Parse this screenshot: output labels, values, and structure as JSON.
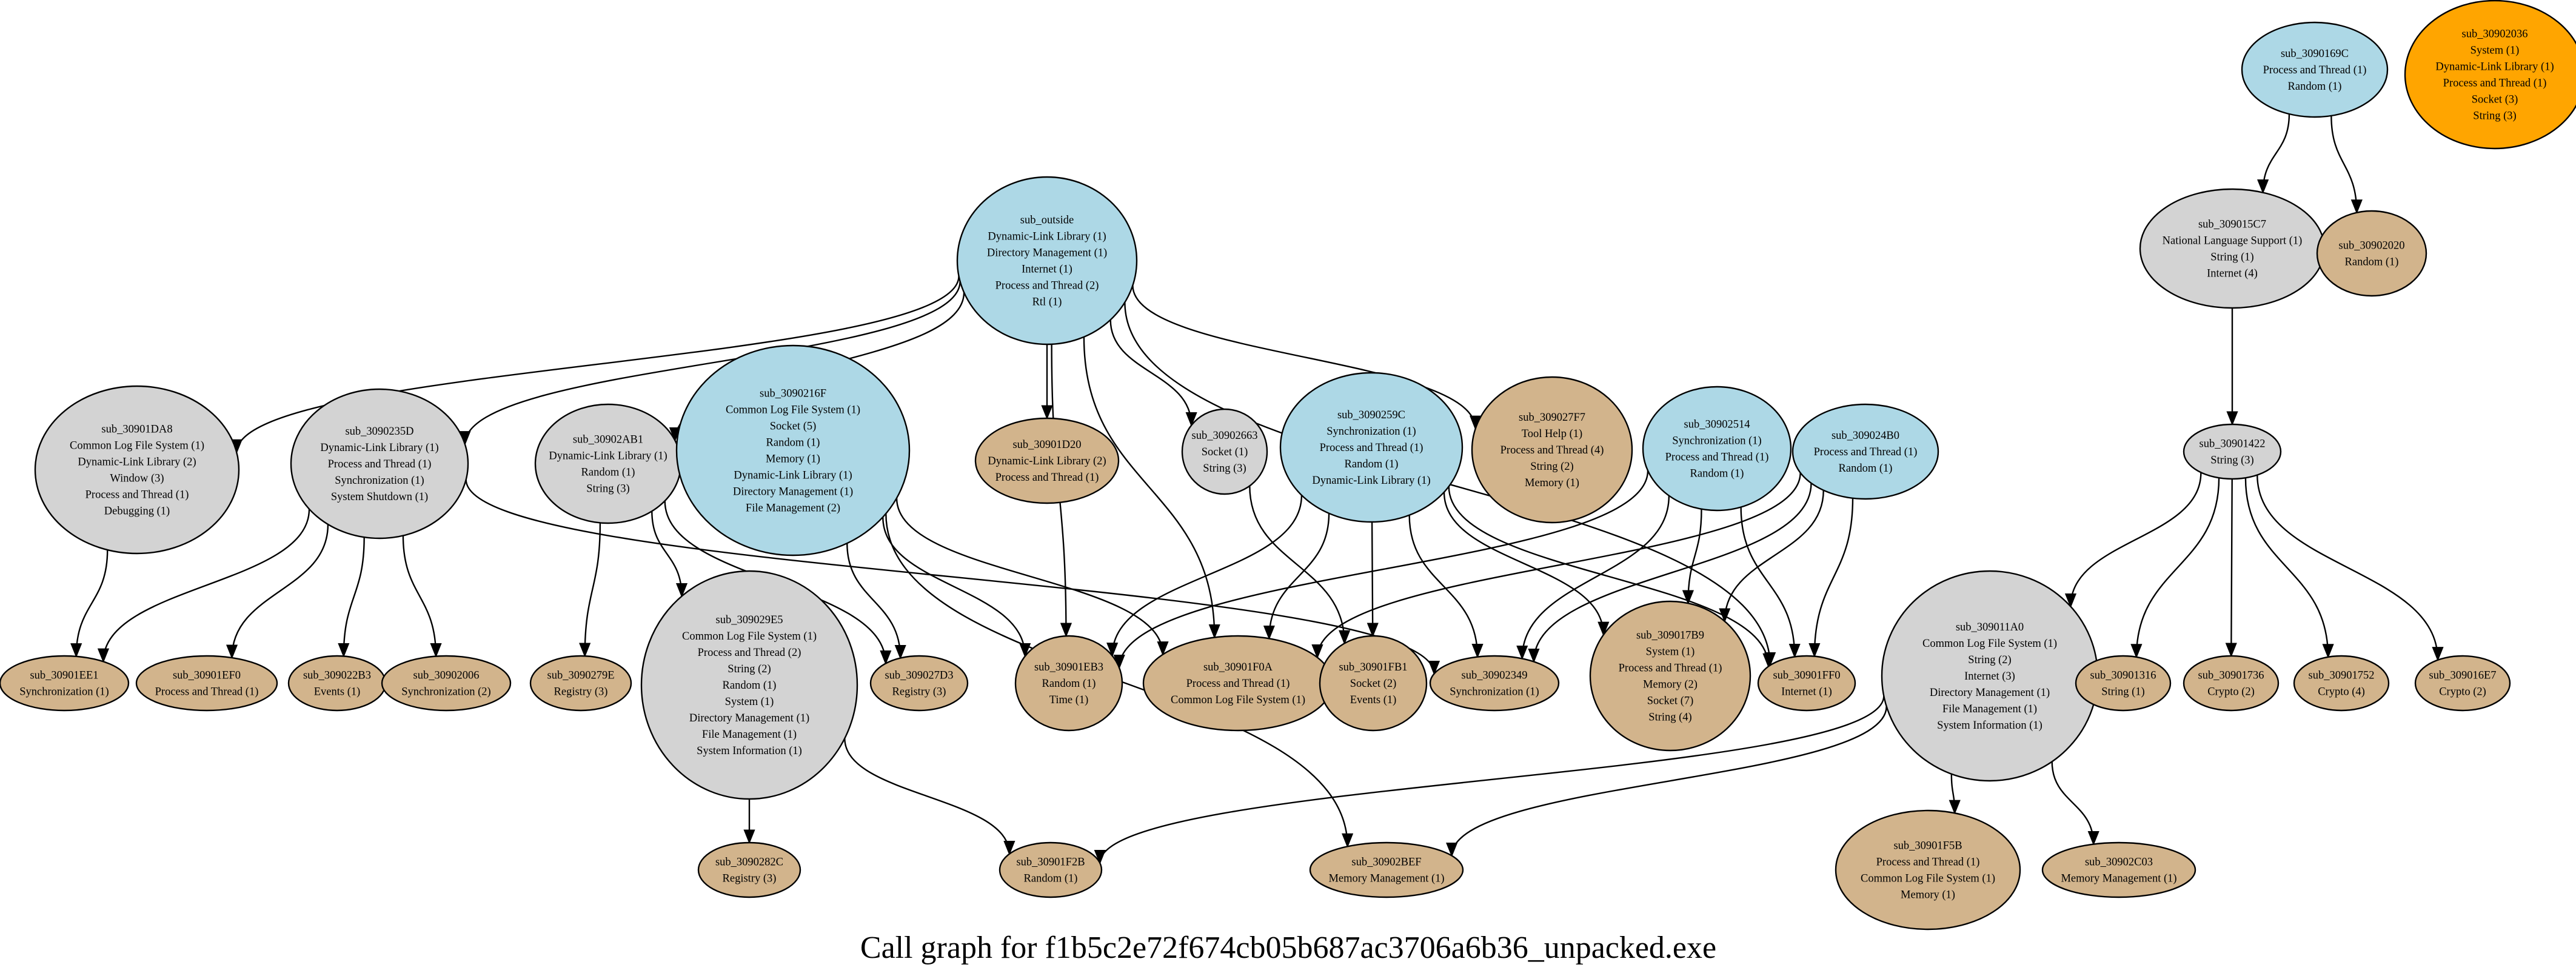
{
  "title": "Call graph for f1b5c2e72f674cb05b687ac3706a6b36_unpacked.exe",
  "colors": {
    "entry": "#add8e6",
    "internal": "#d3d3d3",
    "leaf": "#d2b48c",
    "root": "#ffa500",
    "stroke": "#000000"
  },
  "nodes": [
    {
      "id": "sub_outside",
      "kind": "entry",
      "lines": [
        "sub_outside",
        "Dynamic-Link Library (1)",
        "Directory Management (1)",
        "Internet (1)",
        "Process and Thread (2)",
        "Rtl (1)"
      ]
    },
    {
      "id": "sub_30901DA8",
      "kind": "internal",
      "lines": [
        "sub_30901DA8",
        "Common Log File System (1)",
        "Dynamic-Link Library (2)",
        "Window (3)",
        "Process and Thread (1)",
        "Debugging (1)"
      ]
    },
    {
      "id": "sub_3090235D",
      "kind": "internal",
      "lines": [
        "sub_3090235D",
        "Dynamic-Link Library (1)",
        "Process and Thread (1)",
        "Synchronization (1)",
        "System Shutdown (1)"
      ]
    },
    {
      "id": "sub_30902AB1",
      "kind": "internal",
      "lines": [
        "sub_30902AB1",
        "Dynamic-Link Library (1)",
        "Random (1)",
        "String (3)"
      ]
    },
    {
      "id": "sub_3090216F",
      "kind": "entry",
      "lines": [
        "sub_3090216F",
        "Common Log File System (1)",
        "Socket (5)",
        "Random (1)",
        "Memory (1)",
        "Dynamic-Link Library (1)",
        "Directory Management (1)",
        "File Management (2)"
      ]
    },
    {
      "id": "sub_30901D20",
      "kind": "leaf",
      "lines": [
        "sub_30901D20",
        "Dynamic-Link Library (2)",
        "Process and Thread (1)"
      ]
    },
    {
      "id": "sub_30902663",
      "kind": "internal",
      "lines": [
        "sub_30902663",
        "Socket (1)",
        "String (3)"
      ]
    },
    {
      "id": "sub_3090259C",
      "kind": "entry",
      "lines": [
        "sub_3090259C",
        "Synchronization (1)",
        "Process and Thread (1)",
        "Random (1)",
        "Dynamic-Link Library (1)"
      ]
    },
    {
      "id": "sub_309027F7",
      "kind": "leaf",
      "lines": [
        "sub_309027F7",
        "Tool Help (1)",
        "Process and Thread (4)",
        "String (2)",
        "Memory (1)"
      ]
    },
    {
      "id": "sub_30902514",
      "kind": "entry",
      "lines": [
        "sub_30902514",
        "Synchronization (1)",
        "Process and Thread (1)",
        "Random (1)"
      ]
    },
    {
      "id": "sub_309024B0",
      "kind": "entry",
      "lines": [
        "sub_309024B0",
        "Process and Thread (1)",
        "Random (1)"
      ]
    },
    {
      "id": "sub_3090169C",
      "kind": "entry",
      "lines": [
        "sub_3090169C",
        "Process and Thread (1)",
        "Random (1)"
      ]
    },
    {
      "id": "sub_30902036",
      "kind": "root",
      "lines": [
        "sub_30902036",
        "System (1)",
        "Dynamic-Link Library (1)",
        "Process and Thread (1)",
        "Socket (3)",
        "String (3)"
      ]
    },
    {
      "id": "sub_309015C7",
      "kind": "internal",
      "lines": [
        "sub_309015C7",
        "National Language Support (1)",
        "String (1)",
        "Internet (4)"
      ]
    },
    {
      "id": "sub_30902020",
      "kind": "leaf",
      "lines": [
        "sub_30902020",
        "Random (1)"
      ]
    },
    {
      "id": "sub_30901422",
      "kind": "internal",
      "lines": [
        "sub_30901422",
        "String (3)"
      ]
    },
    {
      "id": "sub_30901EE1",
      "kind": "leaf",
      "lines": [
        "sub_30901EE1",
        "Synchronization (1)"
      ]
    },
    {
      "id": "sub_30901EF0",
      "kind": "leaf",
      "lines": [
        "sub_30901EF0",
        "Process and Thread (1)"
      ]
    },
    {
      "id": "sub_309022B3",
      "kind": "leaf",
      "lines": [
        "sub_309022B3",
        "Events (1)"
      ]
    },
    {
      "id": "sub_30902006",
      "kind": "leaf",
      "lines": [
        "sub_30902006",
        "Synchronization (2)"
      ]
    },
    {
      "id": "sub_3090279E",
      "kind": "leaf",
      "lines": [
        "sub_3090279E",
        "Registry (3)"
      ]
    },
    {
      "id": "sub_309029E5",
      "kind": "internal",
      "lines": [
        "sub_309029E5",
        "Common Log File System (1)",
        "Process and Thread (2)",
        "String (2)",
        "Random (1)",
        "System (1)",
        "Directory Management (1)",
        "File Management (1)",
        "System Information (1)"
      ]
    },
    {
      "id": "sub_309027D3",
      "kind": "leaf",
      "lines": [
        "sub_309027D3",
        "Registry (3)"
      ]
    },
    {
      "id": "sub_30901EB3",
      "kind": "leaf",
      "lines": [
        "sub_30901EB3",
        "Random (1)",
        "Time (1)"
      ]
    },
    {
      "id": "sub_30901F0A",
      "kind": "leaf",
      "lines": [
        "sub_30901F0A",
        "Process and Thread (1)",
        "Common Log File System (1)"
      ]
    },
    {
      "id": "sub_30901FB1",
      "kind": "leaf",
      "lines": [
        "sub_30901FB1",
        "Socket (2)",
        "Events (1)"
      ]
    },
    {
      "id": "sub_30902349",
      "kind": "leaf",
      "lines": [
        "sub_30902349",
        "Synchronization (1)"
      ]
    },
    {
      "id": "sub_309017B9",
      "kind": "leaf",
      "lines": [
        "sub_309017B9",
        "System (1)",
        "Process and Thread (1)",
        "Memory (2)",
        "Socket (7)",
        "String (4)"
      ]
    },
    {
      "id": "sub_30901FF0",
      "kind": "leaf",
      "lines": [
        "sub_30901FF0",
        "Internet (1)"
      ]
    },
    {
      "id": "sub_309011A0",
      "kind": "internal",
      "lines": [
        "sub_309011A0",
        "Common Log File System (1)",
        "String (2)",
        "Internet (3)",
        "Directory Management (1)",
        "File Management (1)",
        "System Information (1)"
      ]
    },
    {
      "id": "sub_30901316",
      "kind": "leaf",
      "lines": [
        "sub_30901316",
        "String (1)"
      ]
    },
    {
      "id": "sub_30901736",
      "kind": "leaf",
      "lines": [
        "sub_30901736",
        "Crypto (2)"
      ]
    },
    {
      "id": "sub_30901752",
      "kind": "leaf",
      "lines": [
        "sub_30901752",
        "Crypto (4)"
      ]
    },
    {
      "id": "sub_309016E7",
      "kind": "leaf",
      "lines": [
        "sub_309016E7",
        "Crypto (2)"
      ]
    },
    {
      "id": "sub_3090282C",
      "kind": "leaf",
      "lines": [
        "sub_3090282C",
        "Registry (3)"
      ]
    },
    {
      "id": "sub_30901F2B",
      "kind": "leaf",
      "lines": [
        "sub_30901F2B",
        "Random (1)"
      ]
    },
    {
      "id": "sub_30902BEF",
      "kind": "leaf",
      "lines": [
        "sub_30902BEF",
        "Memory Management (1)"
      ]
    },
    {
      "id": "sub_30901F5B",
      "kind": "leaf",
      "lines": [
        "sub_30901F5B",
        "Process and Thread (1)",
        "Common Log File System (1)",
        "Memory (1)"
      ]
    },
    {
      "id": "sub_30902C03",
      "kind": "leaf",
      "lines": [
        "sub_30902C03",
        "Memory Management (1)"
      ]
    }
  ],
  "edges": [
    [
      "sub_outside",
      "sub_30901DA8"
    ],
    [
      "sub_outside",
      "sub_3090235D"
    ],
    [
      "sub_outside",
      "sub_30902AB1"
    ],
    [
      "sub_outside",
      "sub_30901D20"
    ],
    [
      "sub_outside",
      "sub_30902663"
    ],
    [
      "sub_outside",
      "sub_309027F7"
    ],
    [
      "sub_outside",
      "sub_30901EB3"
    ],
    [
      "sub_outside",
      "sub_30901F0A"
    ],
    [
      "sub_outside",
      "sub_30901FF0"
    ],
    [
      "sub_30901DA8",
      "sub_30901EE1"
    ],
    [
      "sub_3090235D",
      "sub_30901EE1"
    ],
    [
      "sub_3090235D",
      "sub_30901EF0"
    ],
    [
      "sub_3090235D",
      "sub_309022B3"
    ],
    [
      "sub_3090235D",
      "sub_30902006"
    ],
    [
      "sub_3090235D",
      "sub_30902349"
    ],
    [
      "sub_30902AB1",
      "sub_3090279E"
    ],
    [
      "sub_30902AB1",
      "sub_309029E5"
    ],
    [
      "sub_30902AB1",
      "sub_309027D3"
    ],
    [
      "sub_3090216F",
      "sub_309027D3"
    ],
    [
      "sub_3090216F",
      "sub_30901EB3"
    ],
    [
      "sub_3090216F",
      "sub_30901F0A"
    ],
    [
      "sub_3090216F",
      "sub_30902BEF"
    ],
    [
      "sub_30902663",
      "sub_30901FB1"
    ],
    [
      "sub_3090259C",
      "sub_30901EB3"
    ],
    [
      "sub_3090259C",
      "sub_30901F0A"
    ],
    [
      "sub_3090259C",
      "sub_30901FB1"
    ],
    [
      "sub_3090259C",
      "sub_30902349"
    ],
    [
      "sub_3090259C",
      "sub_309017B9"
    ],
    [
      "sub_3090259C",
      "sub_30901FF0"
    ],
    [
      "sub_30902514",
      "sub_30901EB3"
    ],
    [
      "sub_30902514",
      "sub_30902349"
    ],
    [
      "sub_30902514",
      "sub_309017B9"
    ],
    [
      "sub_30902514",
      "sub_30901FF0"
    ],
    [
      "sub_309024B0",
      "sub_30901F0A"
    ],
    [
      "sub_309024B0",
      "sub_30902349"
    ],
    [
      "sub_309024B0",
      "sub_309017B9"
    ],
    [
      "sub_309024B0",
      "sub_30901FF0"
    ],
    [
      "sub_309029E5",
      "sub_3090282C"
    ],
    [
      "sub_309029E5",
      "sub_30901F2B"
    ],
    [
      "sub_3090169C",
      "sub_309015C7"
    ],
    [
      "sub_3090169C",
      "sub_30902020"
    ],
    [
      "sub_309015C7",
      "sub_30901422"
    ],
    [
      "sub_30901422",
      "sub_309011A0"
    ],
    [
      "sub_30901422",
      "sub_30901316"
    ],
    [
      "sub_30901422",
      "sub_30901736"
    ],
    [
      "sub_30901422",
      "sub_30901752"
    ],
    [
      "sub_30901422",
      "sub_309016E7"
    ],
    [
      "sub_309011A0",
      "sub_30901F2B"
    ],
    [
      "sub_309011A0",
      "sub_30902BEF"
    ],
    [
      "sub_309011A0",
      "sub_30901F5B"
    ],
    [
      "sub_309011A0",
      "sub_30902C03"
    ]
  ]
}
